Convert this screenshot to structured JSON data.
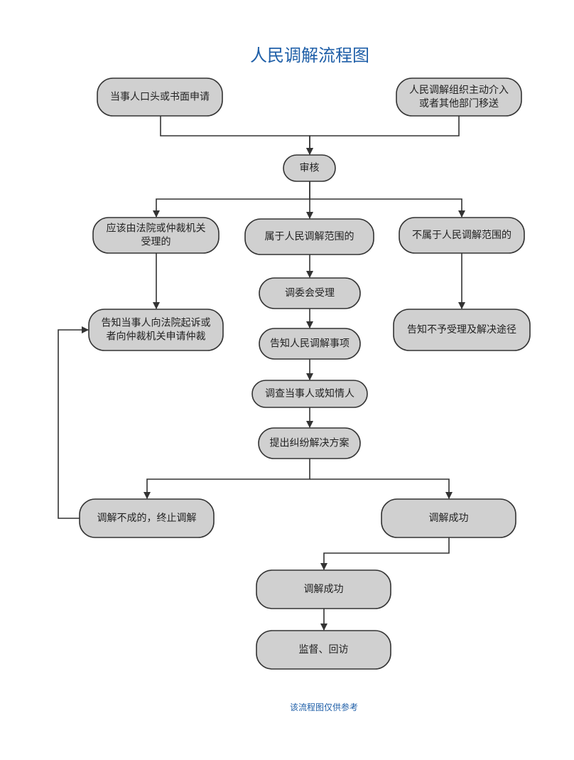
{
  "title": "人民调解流程图",
  "footnote": "该流程图仅供参考",
  "colors": {
    "title": "#1f5fa8",
    "node_fill": "#d0d0d0",
    "node_stroke": "#333333",
    "edge": "#333333"
  },
  "nodes": {
    "n1": {
      "lines": [
        "当事人口头或书面申请"
      ]
    },
    "n2": {
      "lines": [
        "人民调解组织主动介入",
        "或者其他部门移送"
      ]
    },
    "n3": {
      "lines": [
        "审核"
      ]
    },
    "n4": {
      "lines": [
        "应该由法院或仲裁机关",
        "受理的"
      ]
    },
    "n5": {
      "lines": [
        "属于人民调解范围的"
      ]
    },
    "n6": {
      "lines": [
        "不属于人民调解范围的"
      ]
    },
    "n7": {
      "lines": [
        "告知当事人向法院起诉或",
        "者向仲裁机关申请仲裁"
      ]
    },
    "n8": {
      "lines": [
        "调委会受理"
      ]
    },
    "n9": {
      "lines": [
        "告知不予受理及解决途径"
      ]
    },
    "n10": {
      "lines": [
        "告知人民调解事项"
      ]
    },
    "n11": {
      "lines": [
        "调查当事人或知情人"
      ]
    },
    "n12": {
      "lines": [
        "提出纠纷解决方案"
      ]
    },
    "n13": {
      "lines": [
        "调解不成的，终止调解"
      ]
    },
    "n14": {
      "lines": [
        "调解成功"
      ]
    },
    "n15": {
      "lines": [
        "调解成功"
      ]
    },
    "n16": {
      "lines": [
        "监督、回访"
      ]
    }
  },
  "edges": [
    {
      "from": "n1",
      "to": "n3"
    },
    {
      "from": "n2",
      "to": "n3"
    },
    {
      "from": "n3",
      "to": "n4"
    },
    {
      "from": "n3",
      "to": "n5"
    },
    {
      "from": "n3",
      "to": "n6"
    },
    {
      "from": "n4",
      "to": "n7"
    },
    {
      "from": "n5",
      "to": "n8"
    },
    {
      "from": "n6",
      "to": "n9"
    },
    {
      "from": "n8",
      "to": "n10"
    },
    {
      "from": "n10",
      "to": "n11"
    },
    {
      "from": "n11",
      "to": "n12"
    },
    {
      "from": "n12",
      "to": "n13"
    },
    {
      "from": "n12",
      "to": "n14"
    },
    {
      "from": "n13",
      "to": "n7"
    },
    {
      "from": "n14",
      "to": "n15"
    },
    {
      "from": "n15",
      "to": "n16"
    }
  ]
}
